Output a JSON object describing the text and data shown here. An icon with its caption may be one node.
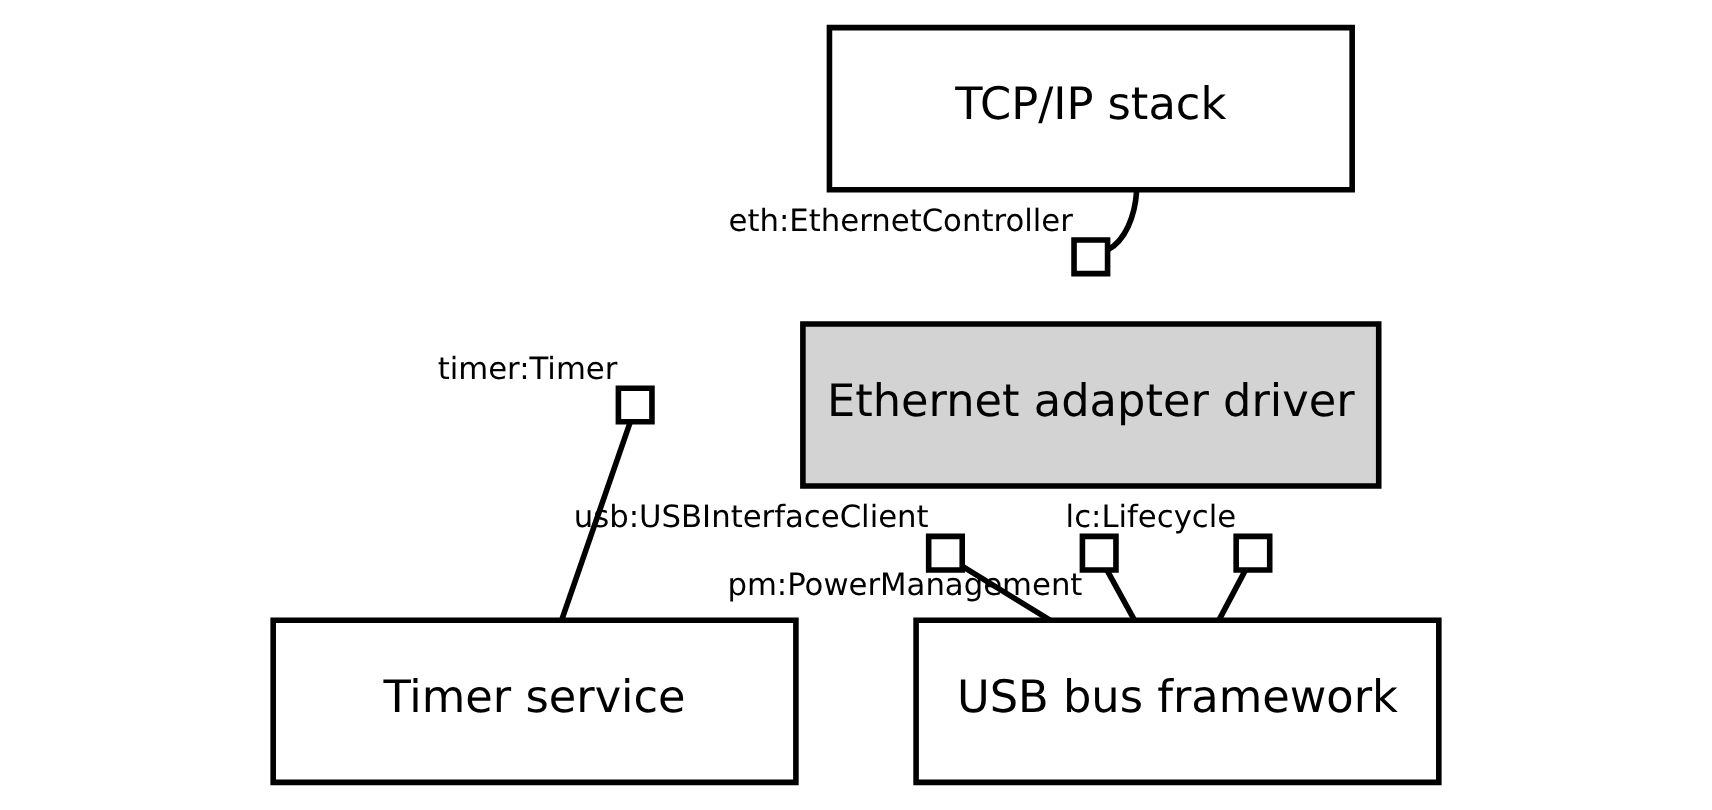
{
  "diagram": {
    "nodes": [
      {
        "text": [
          "TCP/IP stack"
        ]
      },
      {
        "text": [],
        "shape": "box",
        "beside": [
          "eth:EthernetController"
        ]
      },
      {
        "text": [
          "Ethernet adapter driver"
        ]
      },
      {
        "text": [],
        "shape": "box",
        "beside": [
          "timer:Timer"
        ]
      },
      {
        "text": [],
        "shape": "box",
        "beside": [
          "lc:Lifecycle"
        ]
      },
      {
        "text": [],
        "shape": "box",
        "beside": [
          "usb:USBInterfaceClient"
        ]
      },
      {
        "text": [],
        "shape": "box",
        "beside": [
          "pm:PowerManagement"
        ]
      },
      {
        "text": [
          "Timer service"
        ]
      },
      {
        "text": [
          "USB bus framework"
        ]
      }
    ],
    "edges": [
      {
        "from": 0,
        "to": 1,
        "arrow": "none"
      },
      {
        "from": 3,
        "to": 7,
        "arrow": "none"
      },
      {
        "from": 4,
        "to": 8,
        "arrow": "none"
      },
      {
        "from": 5,
        "to": 8,
        "arrow": "none"
      },
      {
        "from": 6,
        "to": 8,
        "arrow": "none"
      }
    ]
  }
}
